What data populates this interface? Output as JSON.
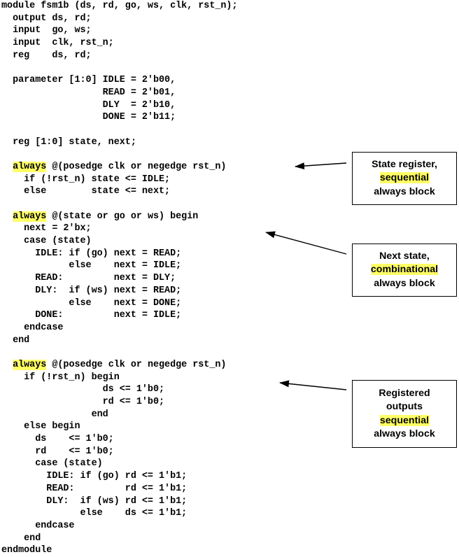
{
  "code_lines": [
    [
      {
        "t": "module fsm1b (ds, rd, go, ws, clk, rst_n);"
      }
    ],
    [
      {
        "t": "  output ds, rd;"
      }
    ],
    [
      {
        "t": "  input  go, ws;"
      }
    ],
    [
      {
        "t": "  input  clk, rst_n;"
      }
    ],
    [
      {
        "t": "  reg    ds, rd;"
      }
    ],
    [
      {
        "t": ""
      }
    ],
    [
      {
        "t": "  parameter [1:0] IDLE = 2'b00,"
      }
    ],
    [
      {
        "t": "                  READ = 2'b01,"
      }
    ],
    [
      {
        "t": "                  DLY  = 2'b10,"
      }
    ],
    [
      {
        "t": "                  DONE = 2'b11;"
      }
    ],
    [
      {
        "t": ""
      }
    ],
    [
      {
        "t": "  reg [1:0] state, next;"
      }
    ],
    [
      {
        "t": ""
      }
    ],
    [
      {
        "t": "  "
      },
      {
        "t": "always",
        "hl": true
      },
      {
        "t": " @(posedge clk or negedge rst_n)"
      }
    ],
    [
      {
        "t": "    if (!rst_n) state <= IDLE;"
      }
    ],
    [
      {
        "t": "    else        state <= next;"
      }
    ],
    [
      {
        "t": ""
      }
    ],
    [
      {
        "t": "  "
      },
      {
        "t": "always",
        "hl": true
      },
      {
        "t": " @(state or go or ws) begin"
      }
    ],
    [
      {
        "t": "    next = 2'bx;"
      }
    ],
    [
      {
        "t": "    case (state)"
      }
    ],
    [
      {
        "t": "      IDLE: if (go) next = READ;"
      }
    ],
    [
      {
        "t": "            else    next = IDLE;"
      }
    ],
    [
      {
        "t": "      READ:         next = DLY;"
      }
    ],
    [
      {
        "t": "      DLY:  if (ws) next = READ;"
      }
    ],
    [
      {
        "t": "            else    next = DONE;"
      }
    ],
    [
      {
        "t": "      DONE:         next = IDLE;"
      }
    ],
    [
      {
        "t": "    endcase"
      }
    ],
    [
      {
        "t": "  end"
      }
    ],
    [
      {
        "t": ""
      }
    ],
    [
      {
        "t": "  "
      },
      {
        "t": "always",
        "hl": true
      },
      {
        "t": " @(posedge clk or negedge rst_n)"
      }
    ],
    [
      {
        "t": "    if (!rst_n) begin"
      }
    ],
    [
      {
        "t": "                  ds <= 1'b0;"
      }
    ],
    [
      {
        "t": "                  rd <= 1'b0;"
      }
    ],
    [
      {
        "t": "                end"
      }
    ],
    [
      {
        "t": "    else begin"
      }
    ],
    [
      {
        "t": "      ds    <= 1'b0;"
      }
    ],
    [
      {
        "t": "      rd    <= 1'b0;"
      }
    ],
    [
      {
        "t": "      case (state)"
      }
    ],
    [
      {
        "t": "        IDLE: if (go) rd <= 1'b1;"
      }
    ],
    [
      {
        "t": "        READ:         rd <= 1'b1;"
      }
    ],
    [
      {
        "t": "        DLY:  if (ws) rd <= 1'b1;"
      }
    ],
    [
      {
        "t": "              else    ds <= 1'b1;"
      }
    ],
    [
      {
        "t": "      endcase"
      }
    ],
    [
      {
        "t": "    end"
      }
    ],
    [
      {
        "t": "endmodule"
      }
    ]
  ],
  "annotations": {
    "state_register": {
      "line1": "State register,",
      "line2": "sequential",
      "line3": "always block"
    },
    "next_state": {
      "line1": "Next state,",
      "line2": "combinational",
      "line3": "always block"
    },
    "registered_outputs": {
      "line1": "Registered",
      "line2": "outputs",
      "line3": "sequential",
      "line4": "always block"
    }
  },
  "colors": {
    "highlight": "#ffff66",
    "text": "#000000"
  }
}
